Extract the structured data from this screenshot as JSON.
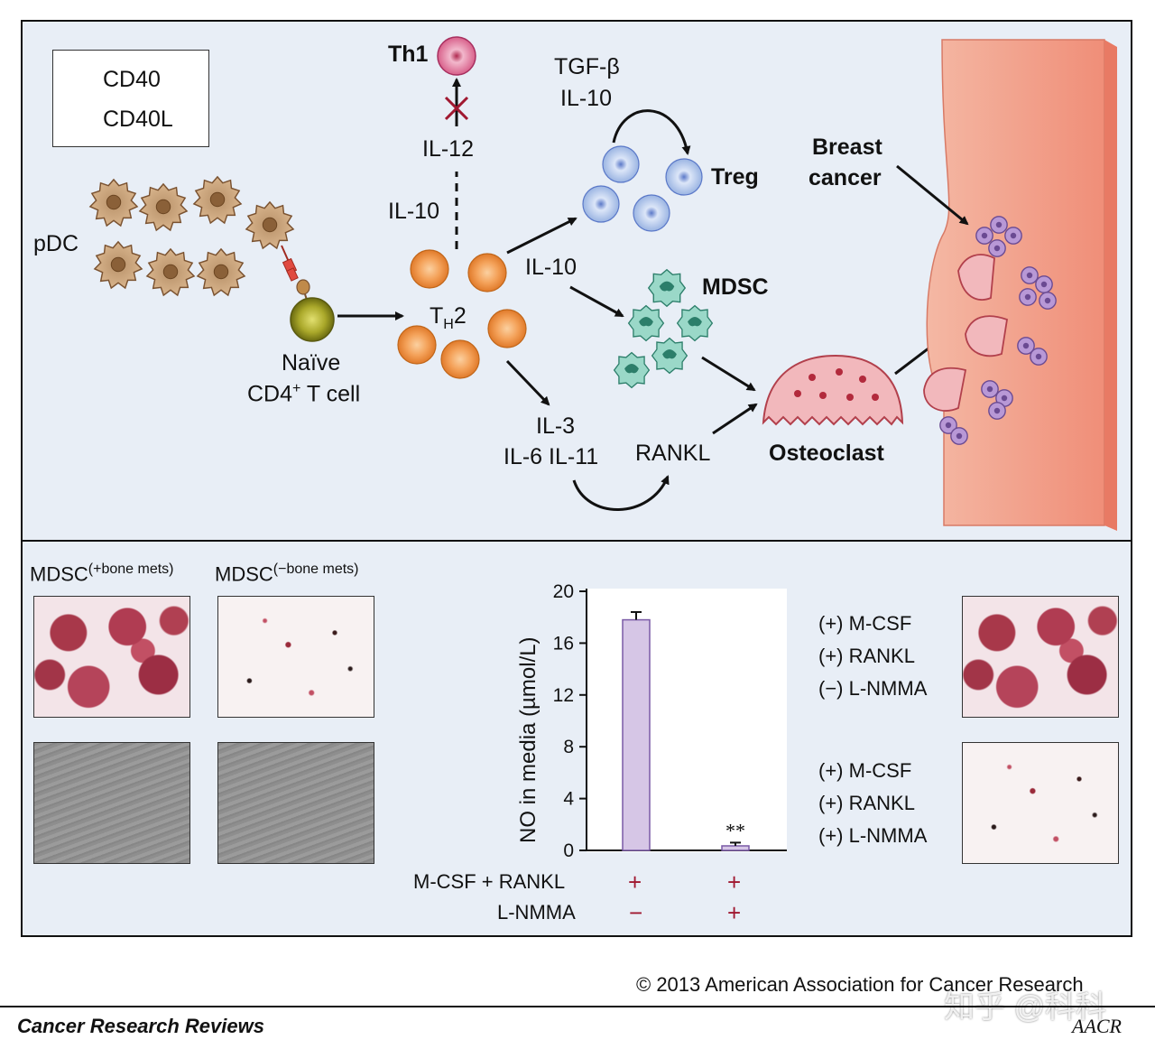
{
  "legend": {
    "cd40": "CD40",
    "cd40l": "CD40L"
  },
  "diagram": {
    "pdc": "pDC",
    "naive_line1": "Naïve",
    "naive_line2_prefix": "CD4",
    "naive_line2_sup": "+",
    "naive_line2_suffix": " T cell",
    "th2_prefix": "T",
    "th2_sub": "H",
    "th2_suffix": "2",
    "th1": "Th1",
    "il12": "IL-12",
    "il10_dashed": "IL-10",
    "tgfb": "TGF-β",
    "il10_treg": "IL-10",
    "treg": "Treg",
    "il10_mdsc": "IL-10",
    "mdsc": "MDSC",
    "il3": "IL-3",
    "il6_il11": "IL-6 IL-11",
    "rankl": "RANKL",
    "osteoclast": "Osteoclast",
    "breast_cancer_line1": "Breast",
    "breast_cancer_line2": "cancer"
  },
  "panels": {
    "mdsc_plus_base": "MDSC",
    "mdsc_plus_sup": "(+bone mets)",
    "mdsc_minus_base": "MDSC",
    "mdsc_minus_sup": "(−bone mets)"
  },
  "conditions": {
    "top": [
      "(+) M-CSF",
      "(+) RANKL",
      "(−) L-NMMA"
    ],
    "bottom": [
      "(+) M-CSF",
      "(+) RANKL",
      "(+) L-NMMA"
    ]
  },
  "chart_data": {
    "type": "bar",
    "ylabel": "NO in media (µmol/L)",
    "ylim": [
      0,
      20
    ],
    "yticks": [
      0,
      4,
      8,
      12,
      16,
      20
    ],
    "categories": [
      "1",
      "2"
    ],
    "values": [
      17.8,
      0.35
    ],
    "errors": [
      0.6,
      0.25
    ],
    "bar_color": "#d6c6e6",
    "annotations": [
      "",
      "**"
    ],
    "row_labels": [
      "M-CSF + RANKL",
      "L-NMMA"
    ],
    "row_values": [
      [
        "+",
        "+"
      ],
      [
        "−",
        "+"
      ]
    ]
  },
  "footer": {
    "copyright": "© 2013 American Association for Cancer Research",
    "journal": "Cancer Research Reviews",
    "logo": "AACR",
    "watermark": "知乎 @科科"
  }
}
